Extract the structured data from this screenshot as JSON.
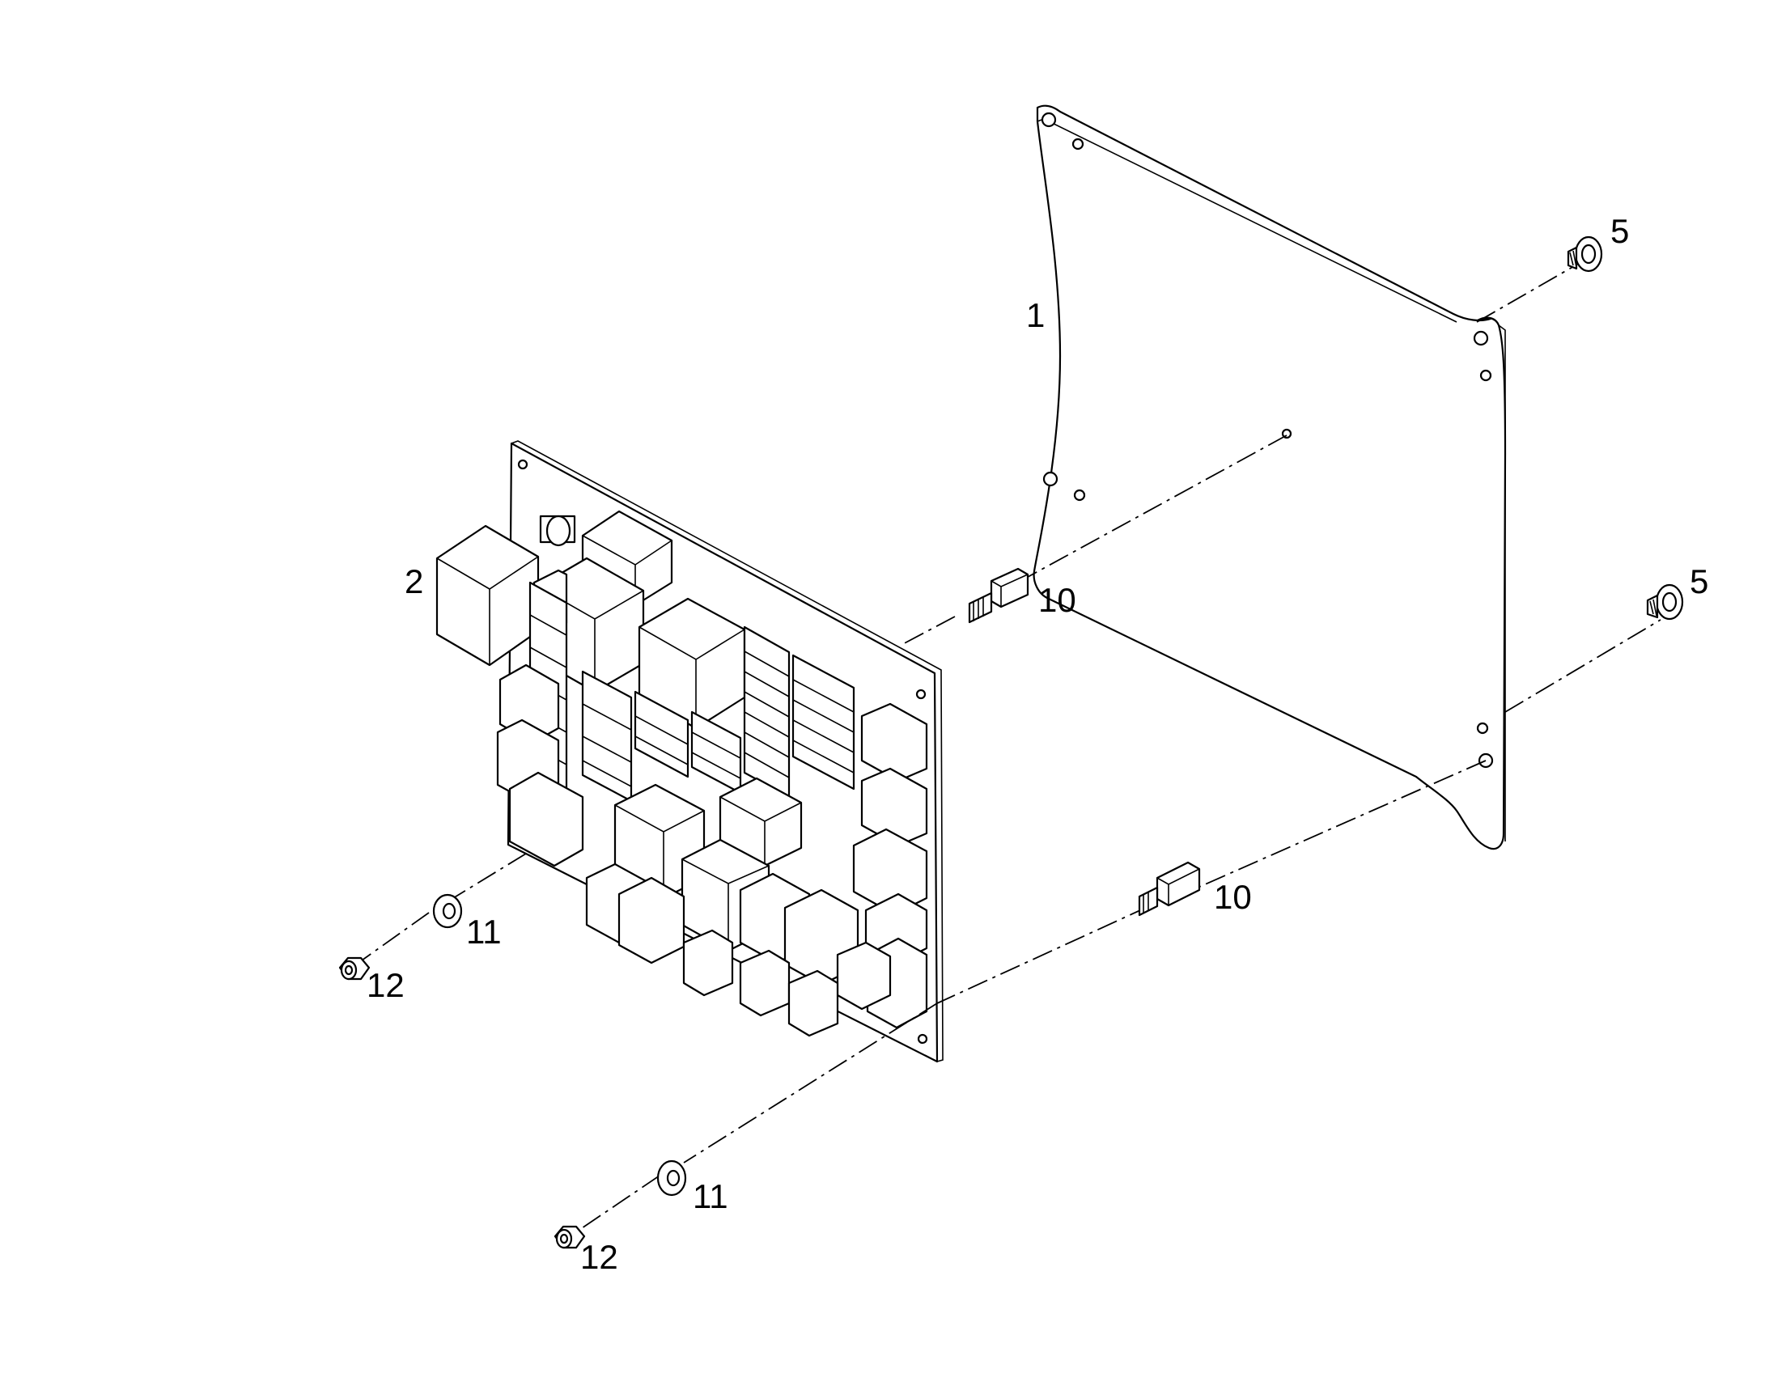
{
  "callouts": {
    "plate": "1",
    "pcb_board": "2",
    "screw_top": "5",
    "screw_mid": "5",
    "standoff_upper": "10",
    "standoff_lower": "10",
    "washer_upper": "11",
    "washer_lower": "11",
    "nut_upper": "12",
    "nut_lower": "12"
  }
}
